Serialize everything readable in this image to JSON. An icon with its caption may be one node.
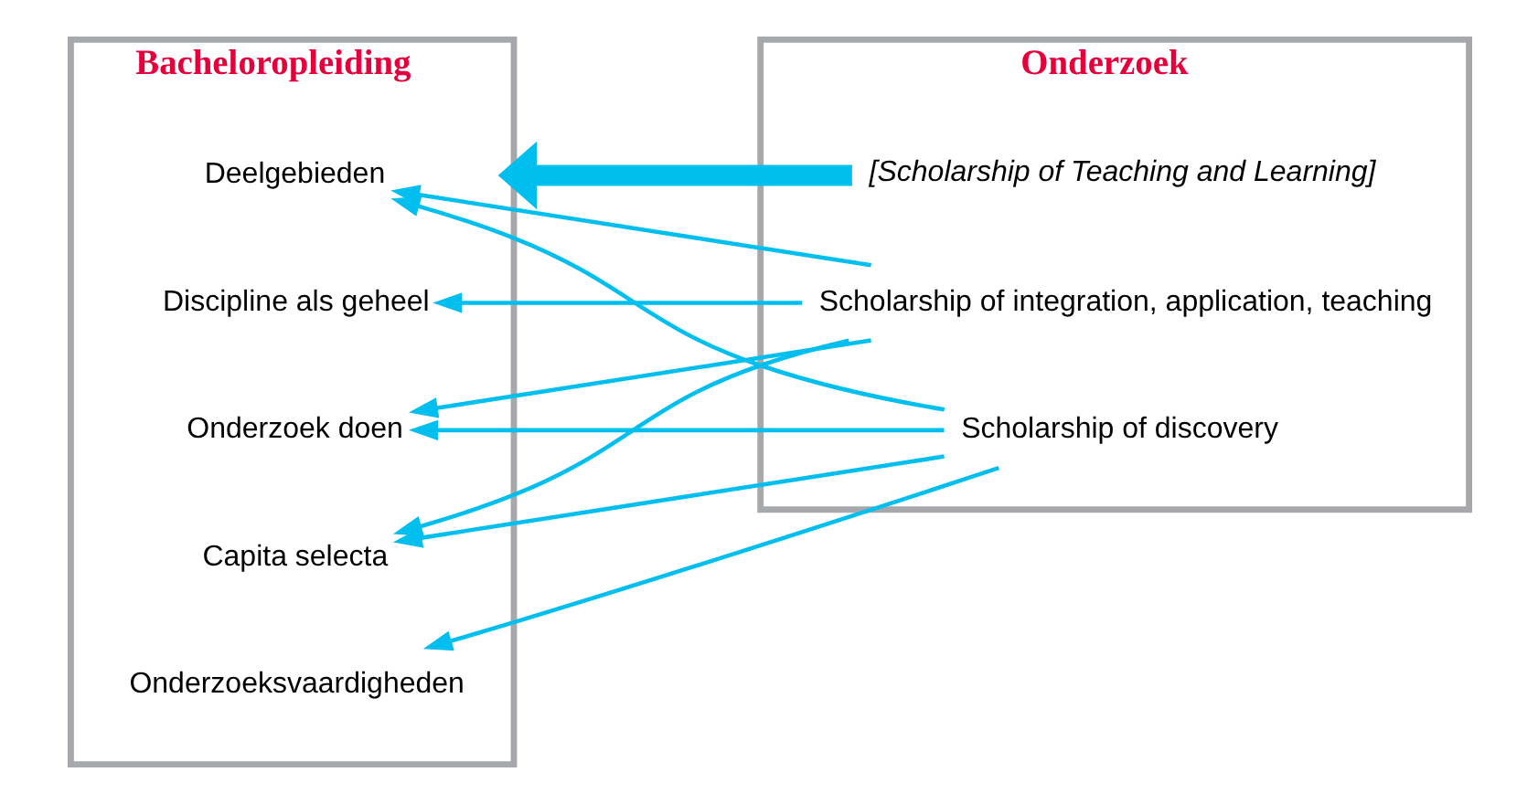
{
  "diagram": {
    "nodes": [
      {
        "text": [
          "Bacheloropleiding"
        ]
      },
      {
        "text": [
          "Deelgebieden"
        ],
        "in": 0
      },
      {
        "text": [
          "Discipline als geheel"
        ],
        "in": 0
      },
      {
        "text": [
          "Onderzoeksvaardigheden"
        ],
        "in": 0
      },
      {
        "text": [
          "Onderzoek doen"
        ],
        "in": 0
      },
      {
        "text": [
          "Capita selecta"
        ],
        "in": 0
      },
      {
        "text": [
          "Onderzoek"
        ]
      },
      {
        "text": [
          "Scholarship of discovery"
        ],
        "in": 6
      },
      {
        "text": [
          "Scholarship of integration, application, teaching"
        ],
        "in": 6
      },
      {
        "text": [
          "[Scholarship of Teaching and Learning]"
        ],
        "in": 6
      }
    ],
    "edges": [
      {
        "from": 7,
        "to": 1,
        "arrow": "to"
      },
      {
        "from": 7,
        "to": 3,
        "arrow": "to"
      },
      {
        "from": 7,
        "to": 4,
        "arrow": "to"
      },
      {
        "from": 7,
        "to": 5,
        "arrow": "to"
      },
      {
        "from": 8,
        "to": 1,
        "arrow": "to"
      },
      {
        "from": 8,
        "to": 2,
        "arrow": "to"
      },
      {
        "from": 8,
        "to": 4,
        "arrow": "to"
      },
      {
        "from": 8,
        "to": 5,
        "arrow": "to"
      },
      {
        "from": 9,
        "to": 0,
        "arrow": "to",
        "style": "thick"
      }
    ]
  }
}
